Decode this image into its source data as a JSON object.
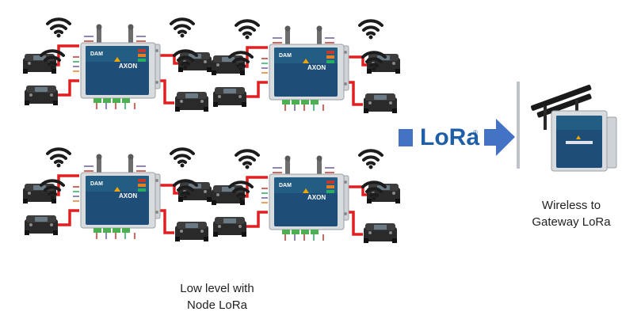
{
  "diagram": {
    "node_clusters": [
      {
        "id": "cluster-1",
        "device_brand": "AXON",
        "device_model": "DAM"
      },
      {
        "id": "cluster-2",
        "device_brand": "AXON",
        "device_model": "DAM"
      },
      {
        "id": "cluster-3",
        "device_brand": "AXON",
        "device_model": "DAM"
      },
      {
        "id": "cluster-4",
        "device_brand": "AXON",
        "device_model": "DAM"
      }
    ],
    "lora_logo_text": "LoRa",
    "lora_logo_mark": "®",
    "left_caption": [
      "Low level with",
      "Node LoRa"
    ],
    "right_caption": [
      "Wireless to",
      "Gateway LoRa"
    ],
    "colors": {
      "cable": "#e02020",
      "arrow": "#4472c4",
      "wifi": "#1c1c1c",
      "device_body": "#1e4e78",
      "lora_blue": "#1f5fa8"
    }
  }
}
